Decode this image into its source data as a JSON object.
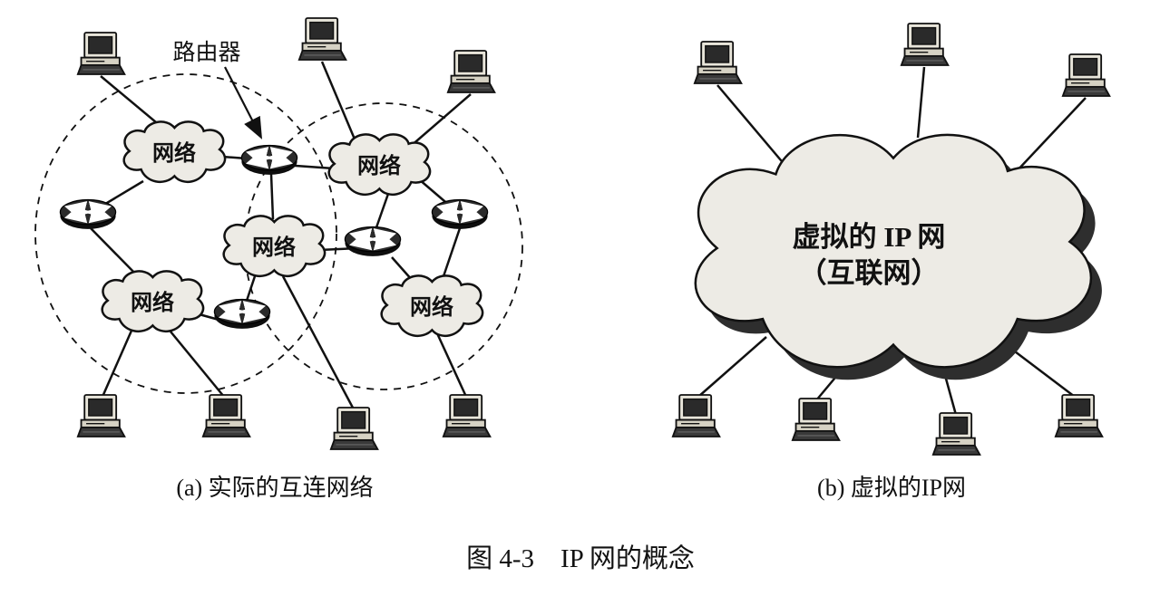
{
  "figure": {
    "title_caption": "图 4-3　IP 网的概念",
    "panel_a": {
      "caption": "(a) 实际的互连网络",
      "router_label": "路由器",
      "cloud_labels": [
        "网络",
        "网络",
        "网络",
        "网络",
        "网络"
      ]
    },
    "panel_b": {
      "caption": "(b) 虚拟的IP网",
      "cloud_title": "虚拟的 IP 网",
      "cloud_subtitle": "（互联网）"
    }
  },
  "colors": {
    "background": "#ffffff",
    "line": "#111111",
    "cloud_fill": "#edebe5",
    "cloud_stroke": "#111111",
    "cloud_shadow": "#2e2e2e",
    "router_body": "#1c1c1c",
    "router_arrows": "#ffffff",
    "screen": "#2a2a2a"
  },
  "icons": {
    "computer": "desktop-computer-icon",
    "router": "router-icon",
    "cloud": "network-cloud-icon"
  }
}
